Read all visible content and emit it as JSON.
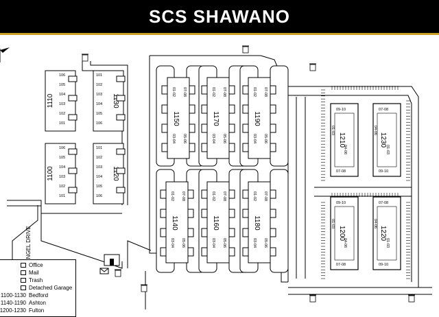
{
  "header": {
    "title": "SCS SHAWANO"
  },
  "street": {
    "name": "ENGEL DRIVE"
  },
  "buildings": [
    {
      "id": "1110",
      "units": [
        "106",
        "105",
        "104",
        "103",
        "102",
        "101"
      ]
    },
    {
      "id": "1130",
      "units": [
        "101",
        "102",
        "103",
        "104",
        "105",
        "106"
      ]
    },
    {
      "id": "1100",
      "units": [
        "106",
        "105",
        "104",
        "103",
        "102",
        "101"
      ]
    },
    {
      "id": "1120",
      "units": [
        "101",
        "102",
        "103",
        "104",
        "105",
        "106"
      ]
    },
    {
      "id": "1150",
      "units": [
        "01-02",
        "07-08",
        "03-04",
        "05-06"
      ]
    },
    {
      "id": "1170",
      "units": [
        "01-02",
        "07-08",
        "03-04",
        "05-06"
      ]
    },
    {
      "id": "1190",
      "units": [
        "01-02",
        "07-08",
        "03-04",
        "05-06"
      ]
    },
    {
      "id": "1140",
      "units": [
        "01-02",
        "07-08",
        "03-04",
        "05-06"
      ]
    },
    {
      "id": "1160",
      "units": [
        "01-02",
        "07-08",
        "03-04",
        "05-06"
      ]
    },
    {
      "id": "1180",
      "units": [
        "01-02",
        "07-08",
        "03-04",
        "05-06"
      ]
    },
    {
      "id": "1210",
      "units": [
        "09-10",
        "01-03",
        "04-06",
        "07-08"
      ]
    },
    {
      "id": "1230",
      "units": [
        "07-08",
        "04-06",
        "01-03",
        "09-10"
      ]
    },
    {
      "id": "1200",
      "units": [
        "09-10",
        "01-03",
        "04-06",
        "07-08"
      ]
    },
    {
      "id": "1220",
      "units": [
        "07-08",
        "04-06",
        "01-03",
        "09-10"
      ]
    }
  ],
  "legend": {
    "items": [
      {
        "key": "",
        "label": "Office",
        "icon": "office-icon"
      },
      {
        "key": "",
        "label": "Mail",
        "icon": "mail-icon"
      },
      {
        "key": "",
        "label": "Trash",
        "icon": "trash-icon"
      },
      {
        "key": "",
        "label": "Detached Garage",
        "icon": "garage-icon"
      },
      {
        "key": "1100-1130",
        "label": "Bedford"
      },
      {
        "key": "1140-1190",
        "label": "Ashton"
      },
      {
        "key": "1200-1230",
        "label": "Fulton"
      }
    ]
  },
  "colors": {
    "header": "#000000",
    "accent": "#c9a227",
    "ink": "#000000"
  }
}
